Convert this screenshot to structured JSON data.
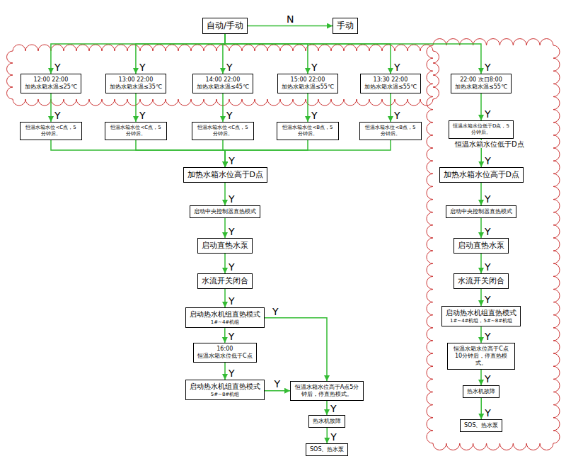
{
  "diagram": {
    "nodes": [
      {
        "text": [
          "自动/手动"
        ]
      },
      {
        "text": [
          "手动"
        ]
      },
      {
        "text": [
          "12:00 22:00",
          "加热水箱水温≤25℃"
        ]
      },
      {
        "text": [
          "13:00 22:00",
          "加热水箱水温≤35℃"
        ]
      },
      {
        "text": [
          "14:00 22:00",
          "加热水箱水温≤45℃"
        ]
      },
      {
        "text": [
          "15:00 22:00",
          "加热水箱水温≤55℃"
        ]
      },
      {
        "text": [
          "13:30 22:00",
          "加热水箱水温≤55℃"
        ]
      },
      {
        "text": [
          "22:00 次日8:00",
          "加热水箱水温≤55℃"
        ]
      },
      {
        "text": [
          "恒温水箱水位<C点，5分钟后。"
        ]
      },
      {
        "text": [
          "恒温水箱水位<C点，5分钟后。"
        ]
      },
      {
        "text": [
          "恒温水箱水位<C点，5分钟后。"
        ]
      },
      {
        "text": [
          "恒温水箱水位<B点，5分钟后。"
        ]
      },
      {
        "text": [
          "恒温水箱水位<B点，5分钟后。"
        ]
      },
      {
        "text": [
          "恒温水箱水位低于D点，5分钟后。"
        ]
      },
      {
        "text": [
          "加热水箱水位高于D点"
        ]
      },
      {
        "text": [
          "启动中央控制器直热模式"
        ]
      },
      {
        "text": [
          "启动直热水泵"
        ]
      },
      {
        "text": [
          "水流开关闭合"
        ]
      },
      {
        "text": [
          "启动热水机组直热模式",
          "1#~4#机组"
        ]
      },
      {
        "text": [
          "16:00",
          "恒温水箱水位低于C点"
        ]
      },
      {
        "text": [
          "启动热水机组直热模式",
          "5#~8#机组"
        ]
      },
      {
        "text": [
          "恒温水箱水位高于A点5分钟后，停直热模式。"
        ]
      },
      {
        "text": [
          "热水机故障"
        ]
      },
      {
        "text": [
          "SOS、热水泵"
        ]
      },
      {
        "text": [
          "加热水箱水位高于D点"
        ]
      },
      {
        "text": [
          "启动中央控制器直热模式"
        ]
      },
      {
        "text": [
          "启动直热水泵"
        ]
      },
      {
        "text": [
          "水流开关闭合"
        ]
      },
      {
        "text": [
          "启动热水机组直热模式",
          "1#~4#机组，5#~8#机组"
        ]
      },
      {
        "text": [
          "恒温水箱水位高于C点10分钟后，停直热模式。"
        ]
      },
      {
        "text": [
          "热水机故障"
        ]
      },
      {
        "text": [
          "SOS、热水泵"
        ]
      }
    ],
    "edges": [
      {
        "from": 0,
        "to": 1,
        "arrow": "to",
        "label": "N"
      },
      {
        "from": 0,
        "to": 2,
        "arrow": "to",
        "label": "Y"
      },
      {
        "from": 0,
        "to": 3,
        "arrow": "to",
        "label": "Y"
      },
      {
        "from": 0,
        "to": 4,
        "arrow": "to",
        "label": "Y"
      },
      {
        "from": 0,
        "to": 5,
        "arrow": "to",
        "label": "Y"
      },
      {
        "from": 0,
        "to": 6,
        "arrow": "to",
        "label": "Y"
      },
      {
        "from": 0,
        "to": 7,
        "arrow": "to",
        "label": "Y"
      },
      {
        "from": 2,
        "to": 8,
        "arrow": "to",
        "label": "Y"
      },
      {
        "from": 3,
        "to": 9,
        "arrow": "to",
        "label": "Y"
      },
      {
        "from": 4,
        "to": 10,
        "arrow": "to",
        "label": "Y"
      },
      {
        "from": 5,
        "to": 11,
        "arrow": "to",
        "label": "Y"
      },
      {
        "from": 6,
        "to": 12,
        "arrow": "to",
        "label": "Y"
      },
      {
        "from": 8,
        "to": 14,
        "arrow": "to"
      },
      {
        "from": 9,
        "to": 14,
        "arrow": "to"
      },
      {
        "from": 10,
        "to": 14,
        "arrow": "to",
        "label": "Y"
      },
      {
        "from": 11,
        "to": 14,
        "arrow": "to"
      },
      {
        "from": 12,
        "to": 14,
        "arrow": "to"
      },
      {
        "from": 7,
        "to": 13,
        "arrow": "to",
        "label": "Y"
      },
      {
        "from": 13,
        "to": 24,
        "arrow": "to",
        "label": "Y"
      },
      {
        "from": 14,
        "to": 15,
        "arrow": "to",
        "label": "Y"
      },
      {
        "from": 15,
        "to": 16,
        "arrow": "to",
        "label": "Y"
      },
      {
        "from": 16,
        "to": 17,
        "arrow": "to",
        "label": "Y"
      },
      {
        "from": 17,
        "to": 18,
        "arrow": "to",
        "label": "Y"
      },
      {
        "from": 18,
        "to": 19,
        "arrow": "to",
        "label": "Y"
      },
      {
        "from": 18,
        "to": 21,
        "arrow": "to",
        "label": "Y"
      },
      {
        "from": 19,
        "to": 20,
        "arrow": "to",
        "label": "Y"
      },
      {
        "from": 20,
        "to": 21,
        "arrow": "to",
        "label": "Y"
      },
      {
        "from": 21,
        "to": 22,
        "arrow": "to",
        "label": "Y"
      },
      {
        "from": 22,
        "to": 23,
        "arrow": "to",
        "label": "Y"
      },
      {
        "from": 24,
        "to": 25,
        "arrow": "to",
        "label": "Y"
      },
      {
        "from": 25,
        "to": 26,
        "arrow": "to",
        "label": "Y"
      },
      {
        "from": 26,
        "to": 27,
        "arrow": "to",
        "label": "Y"
      },
      {
        "from": 27,
        "to": 28,
        "arrow": "to",
        "label": "Y"
      },
      {
        "from": 28,
        "to": 29,
        "arrow": "to",
        "label": "Y"
      },
      {
        "from": 29,
        "to": 30,
        "arrow": "to",
        "label": "Y"
      },
      {
        "from": 30,
        "to": 31,
        "arrow": "to",
        "label": "Y"
      }
    ],
    "labels": [
      "恒温水箱水位低于D点"
    ]
  }
}
